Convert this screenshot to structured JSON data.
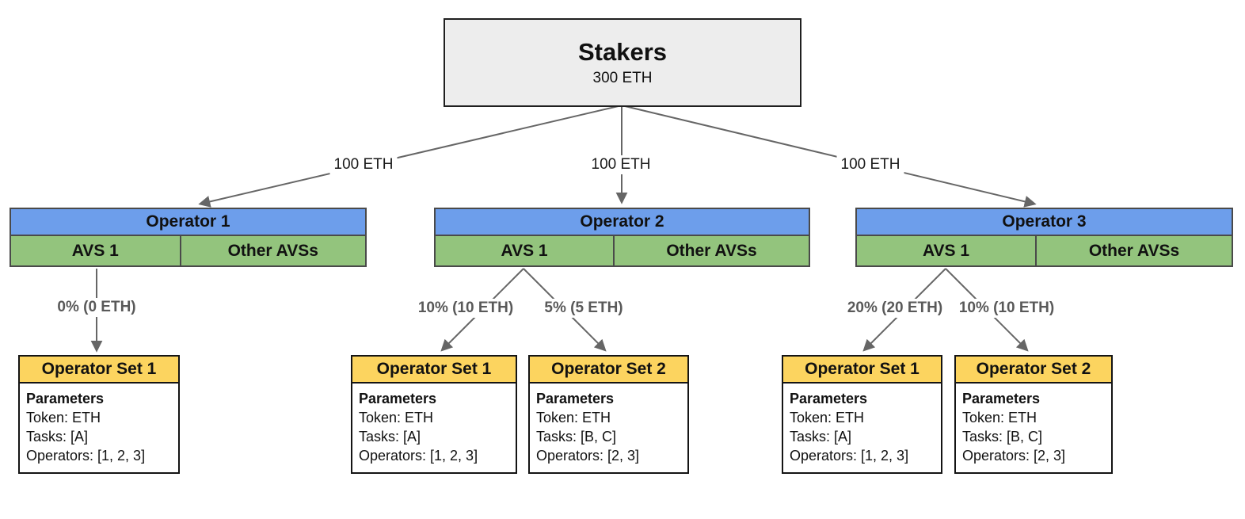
{
  "colors": {
    "operator_header_blue": "#6d9eeb",
    "avs_row_green": "#93c47d",
    "operator_set_yellow": "#fcd45f",
    "stakers_gray": "#ededed",
    "connector_gray": "#666666",
    "allocation_label_gray": "#595959"
  },
  "stakers": {
    "title": "Stakers",
    "amount": "300 ETH"
  },
  "delegations": [
    {
      "label": "100 ETH"
    },
    {
      "label": "100 ETH"
    },
    {
      "label": "100 ETH"
    }
  ],
  "operators": [
    {
      "name": "Operator 1",
      "avs_label": "AVS 1",
      "other_label": "Other AVSs",
      "allocations": [
        {
          "label": "0% (0 ETH)"
        }
      ],
      "operator_sets": [
        {
          "title": "Operator Set 1",
          "params_heading": "Parameters",
          "lines": [
            "Token: ETH",
            "Tasks: [A]",
            "Operators: [1, 2, 3]"
          ]
        }
      ]
    },
    {
      "name": "Operator 2",
      "avs_label": "AVS 1",
      "other_label": "Other AVSs",
      "allocations": [
        {
          "label": "10% (10 ETH)"
        },
        {
          "label": "5% (5 ETH)"
        }
      ],
      "operator_sets": [
        {
          "title": "Operator Set 1",
          "params_heading": "Parameters",
          "lines": [
            "Token: ETH",
            "Tasks: [A]",
            "Operators: [1, 2, 3]"
          ]
        },
        {
          "title": "Operator Set 2",
          "params_heading": "Parameters",
          "lines": [
            "Token: ETH",
            "Tasks: [B, C]",
            "Operators: [2, 3]"
          ]
        }
      ]
    },
    {
      "name": "Operator 3",
      "avs_label": "AVS 1",
      "other_label": "Other AVSs",
      "allocations": [
        {
          "label": "20% (20 ETH)"
        },
        {
          "label": "10% (10 ETH)"
        }
      ],
      "operator_sets": [
        {
          "title": "Operator Set 1",
          "params_heading": "Parameters",
          "lines": [
            "Token: ETH",
            "Tasks: [A]",
            "Operators: [1, 2, 3]"
          ]
        },
        {
          "title": "Operator Set 2",
          "params_heading": "Parameters",
          "lines": [
            "Token: ETH",
            "Tasks: [B, C]",
            "Operators: [2, 3]"
          ]
        }
      ]
    }
  ]
}
